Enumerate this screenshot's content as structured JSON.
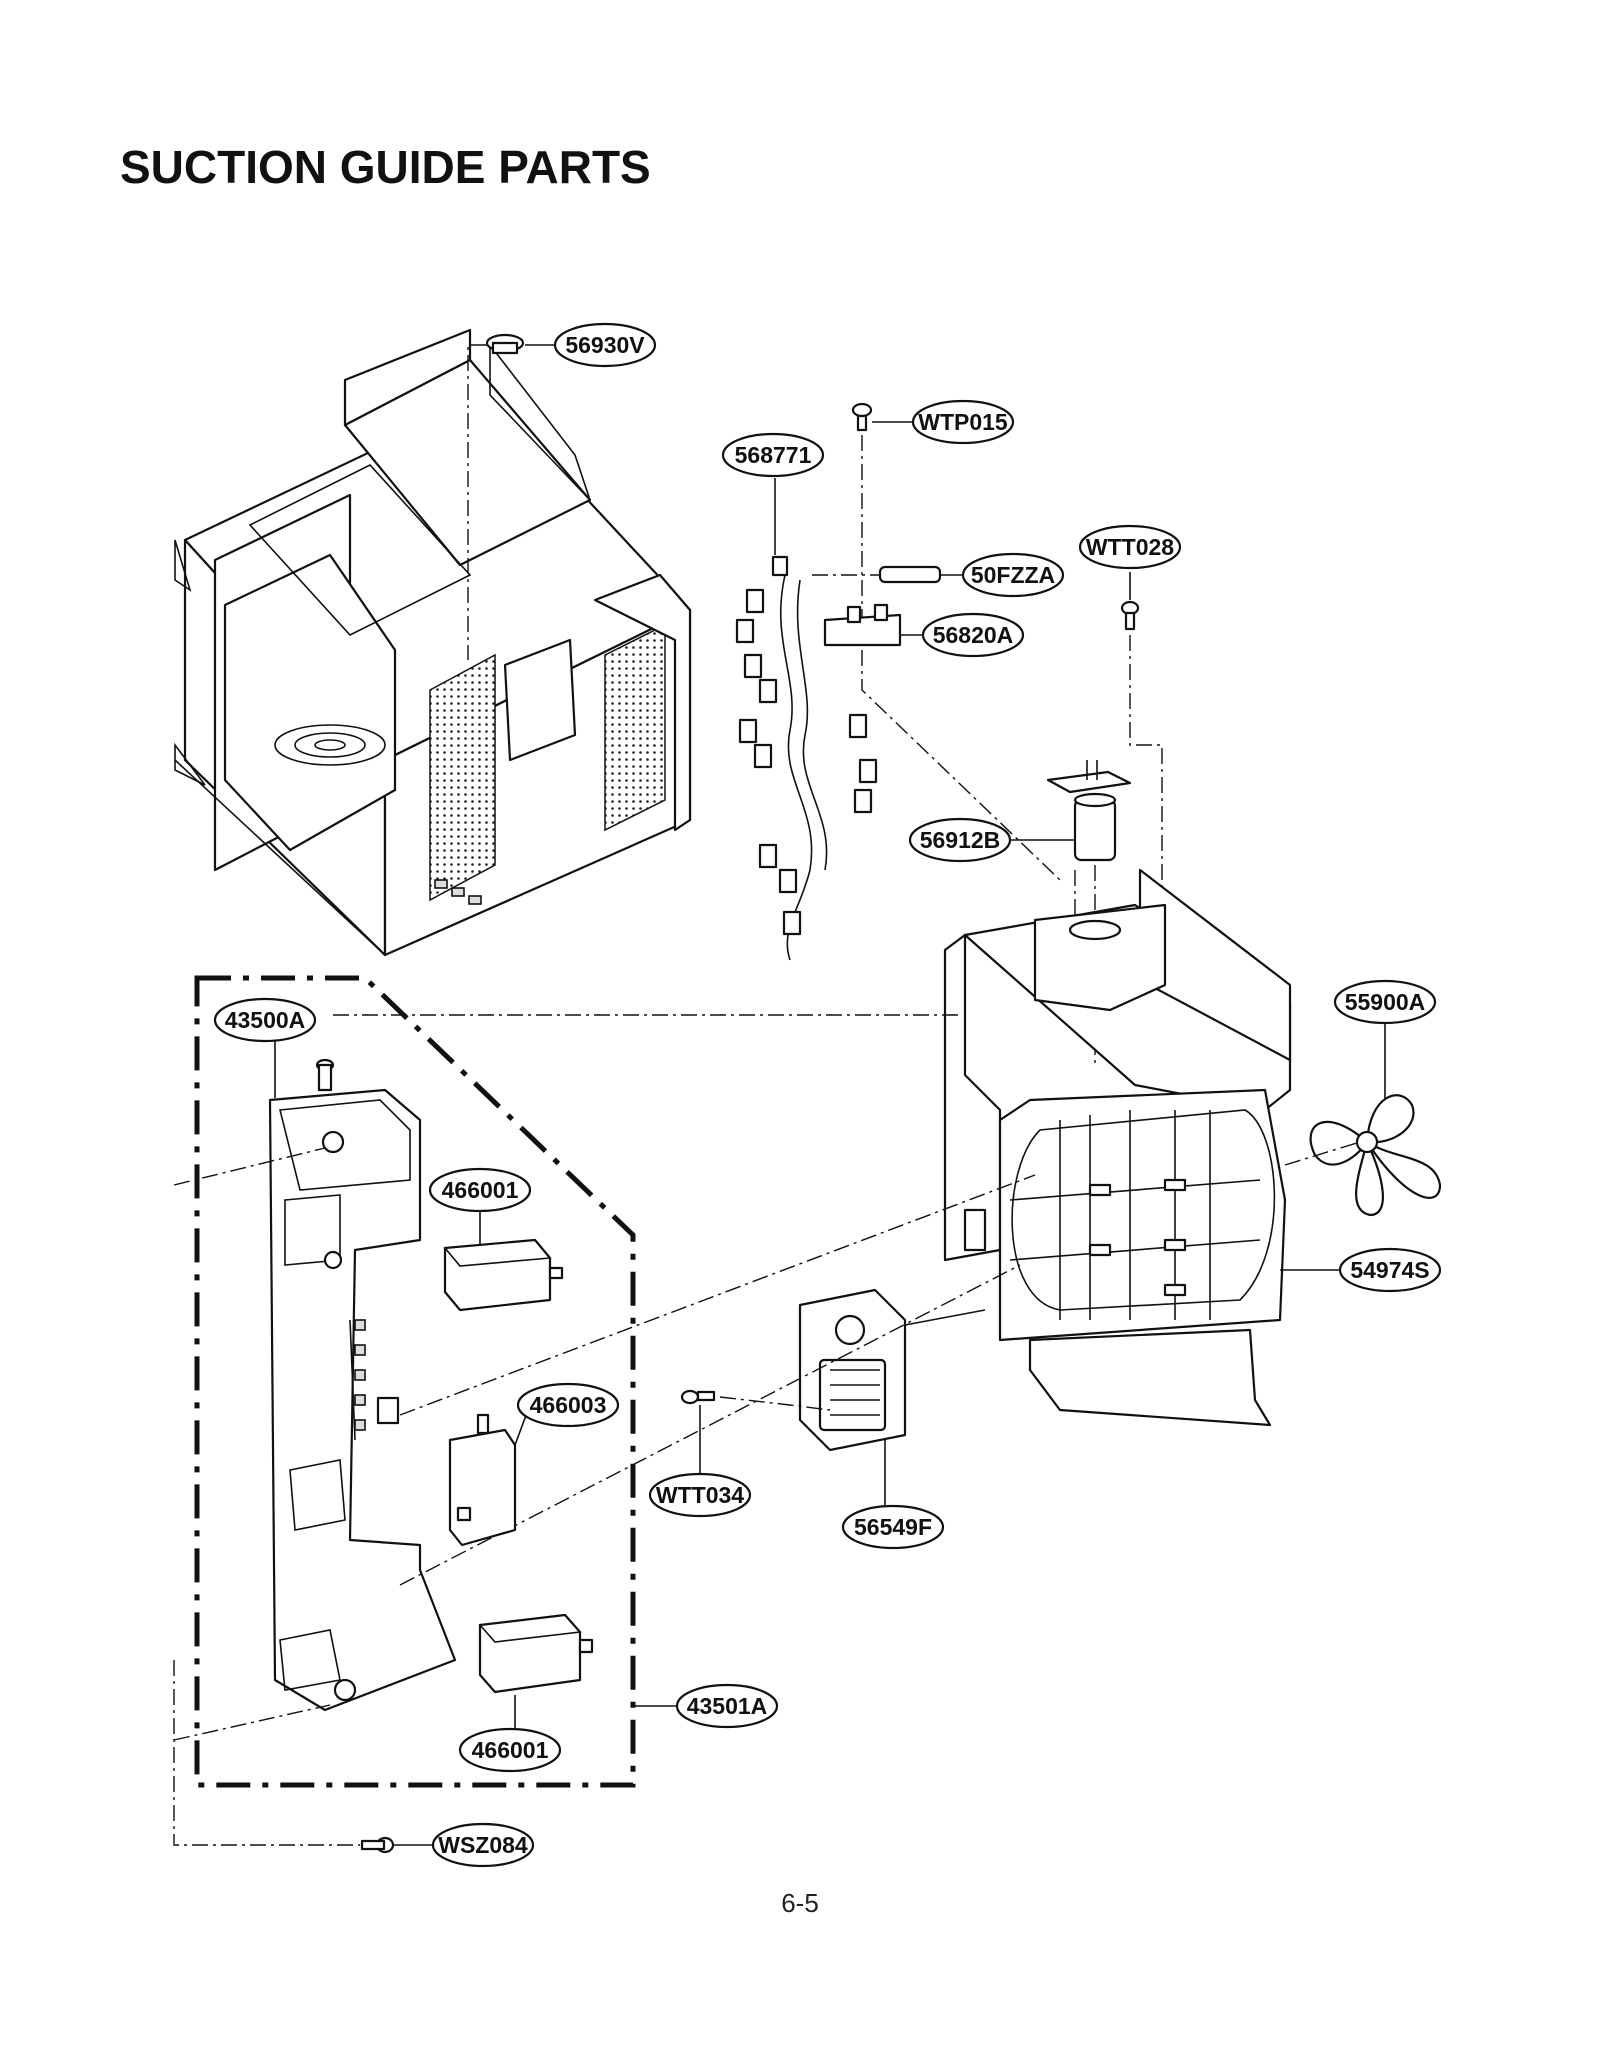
{
  "title": "SUCTION GUIDE PARTS",
  "page_number": "6-5",
  "callouts": [
    {
      "id": "56930V",
      "label": "56930V"
    },
    {
      "id": "WTP015",
      "label": "WTP015"
    },
    {
      "id": "568771",
      "label": "568771"
    },
    {
      "id": "WTT028",
      "label": "WTT028"
    },
    {
      "id": "50FZZA",
      "label": "50FZZA"
    },
    {
      "id": "56820A",
      "label": "56820A"
    },
    {
      "id": "56912B",
      "label": "56912B"
    },
    {
      "id": "43500A",
      "label": "43500A"
    },
    {
      "id": "55900A",
      "label": "55900A"
    },
    {
      "id": "466001-top",
      "label": "466001"
    },
    {
      "id": "54974S",
      "label": "54974S"
    },
    {
      "id": "466003",
      "label": "466003"
    },
    {
      "id": "WTT034",
      "label": "WTT034"
    },
    {
      "id": "56549F",
      "label": "56549F"
    },
    {
      "id": "43501A",
      "label": "43501A"
    },
    {
      "id": "466001-bottom",
      "label": "466001"
    },
    {
      "id": "WSZ084",
      "label": "WSZ084"
    }
  ]
}
